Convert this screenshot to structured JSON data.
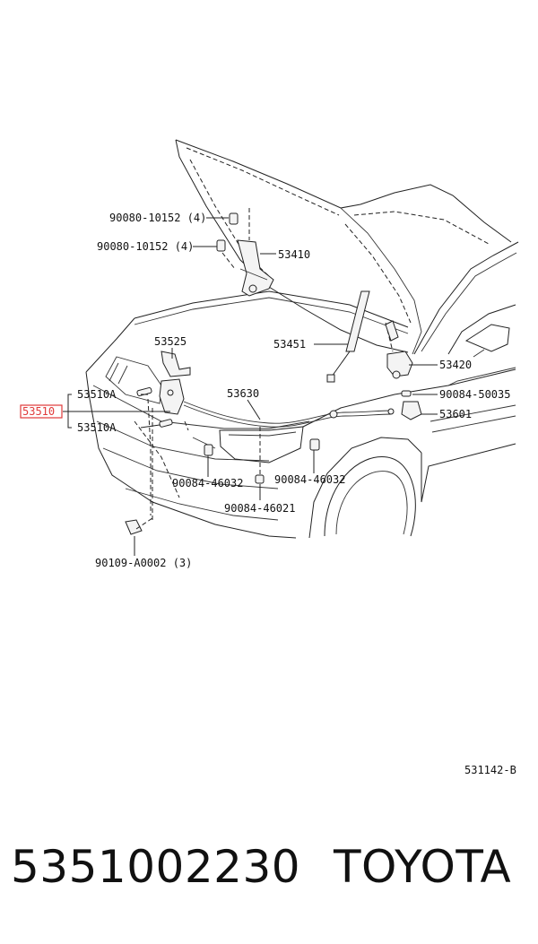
{
  "callouts": {
    "bolt_upper": "90080-10152 (4)",
    "bolt_lower": "90080-10152 (4)",
    "hinge": "53410",
    "bracket": "53525",
    "support_rod": "53451",
    "lock_upper": "53510A",
    "lock_main": "53510",
    "lock_lower": "53510A",
    "cable": "53630",
    "hood_lock_rh": "53420",
    "clip_rh": "90084-50035",
    "handle": "53601",
    "clip_left": "90084-46032",
    "clip_mid": "90084-46032",
    "clip_bottom": "90084-46021",
    "bolt_bottom": "90109-A0002 (3)"
  },
  "colors": {
    "highlight": "#e03a3a"
  },
  "drawing_code": "531142-B",
  "footer": {
    "part_number": "5351002230",
    "brand": "TOYOTA"
  }
}
